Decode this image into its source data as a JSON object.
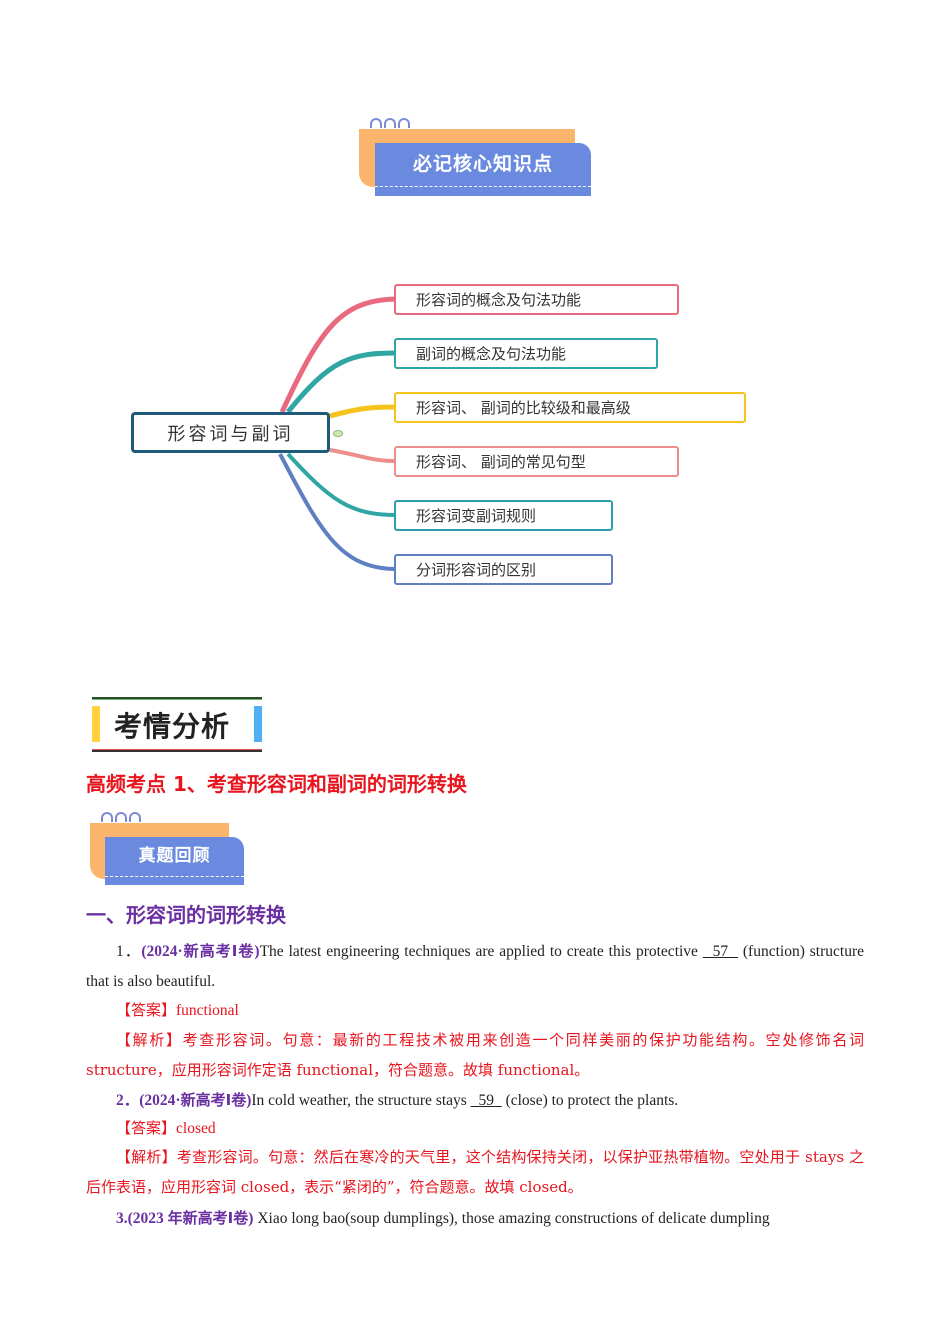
{
  "banner_top": {
    "label": "必记核心知识点"
  },
  "mindmap": {
    "center": "形容词与副词",
    "branches": [
      {
        "label": "形容词的概念及句法功能",
        "color": "#e9697f"
      },
      {
        "label": "副词的概念及句法功能",
        "color": "#2fa6a3"
      },
      {
        "label": "形容词、 副词的比较级和最高级",
        "color": "#f6c21c"
      },
      {
        "label": "形容词、 副词的常见句型",
        "color": "#ec8e8c"
      },
      {
        "label": "形容词变副词规则",
        "color": "#2b9fae"
      },
      {
        "label": "分词形容词的区别",
        "color": "#5e7fc2"
      }
    ]
  },
  "kaoqing": {
    "label": "考情分析"
  },
  "section_heading": "高频考点 1、考查形容词和副词的词形转换",
  "banner_review": {
    "label": "真题回顾"
  },
  "subsection_heading": "一、形容词的词形转换",
  "questions": [
    {
      "number": "1．",
      "source_open": "(2024·",
      "source_cn": "新高考Ⅰ卷",
      "source_close": ")",
      "text_before": "The latest engineering techniques are applied to create this protective ",
      "blank": "  57  ",
      "text_after": " (function) structure that is also beautiful.",
      "answer_label": "【答案】",
      "answer": "functional",
      "analysis_label": "【解析】",
      "analysis": "考查形容词。句意：最新的工程技术被用来创造一个同样美丽的保护功能结构。空处修饰名词 structure，应用形容词作定语 functional，符合题意。故填 functional。"
    },
    {
      "number": "2．",
      "source_open": "(2024·",
      "source_cn": "新高考Ⅰ卷",
      "source_close": ")",
      "text_before": "In cold weather, the structure stays ",
      "blank": "  59  ",
      "text_after": " (close) to protect the plants.",
      "answer_label": "【答案】",
      "answer": "closed",
      "analysis_label": "【解析】",
      "analysis": "考查形容词。句意：然后在寒冷的天气里，这个结构保持关闭，以保护亚热带植物。空处用于 stays 之后作表语，应用形容词 closed，表示“紧闭的”，符合题意。故填 closed。"
    },
    {
      "number": "3.",
      "source_open": "(2023 ",
      "source_cn": "年新高考Ⅰ卷",
      "source_close": ")",
      "text_before": " Xiao long bao(soup dumplings), those amazing constructions of delicate dumpling"
    }
  ]
}
